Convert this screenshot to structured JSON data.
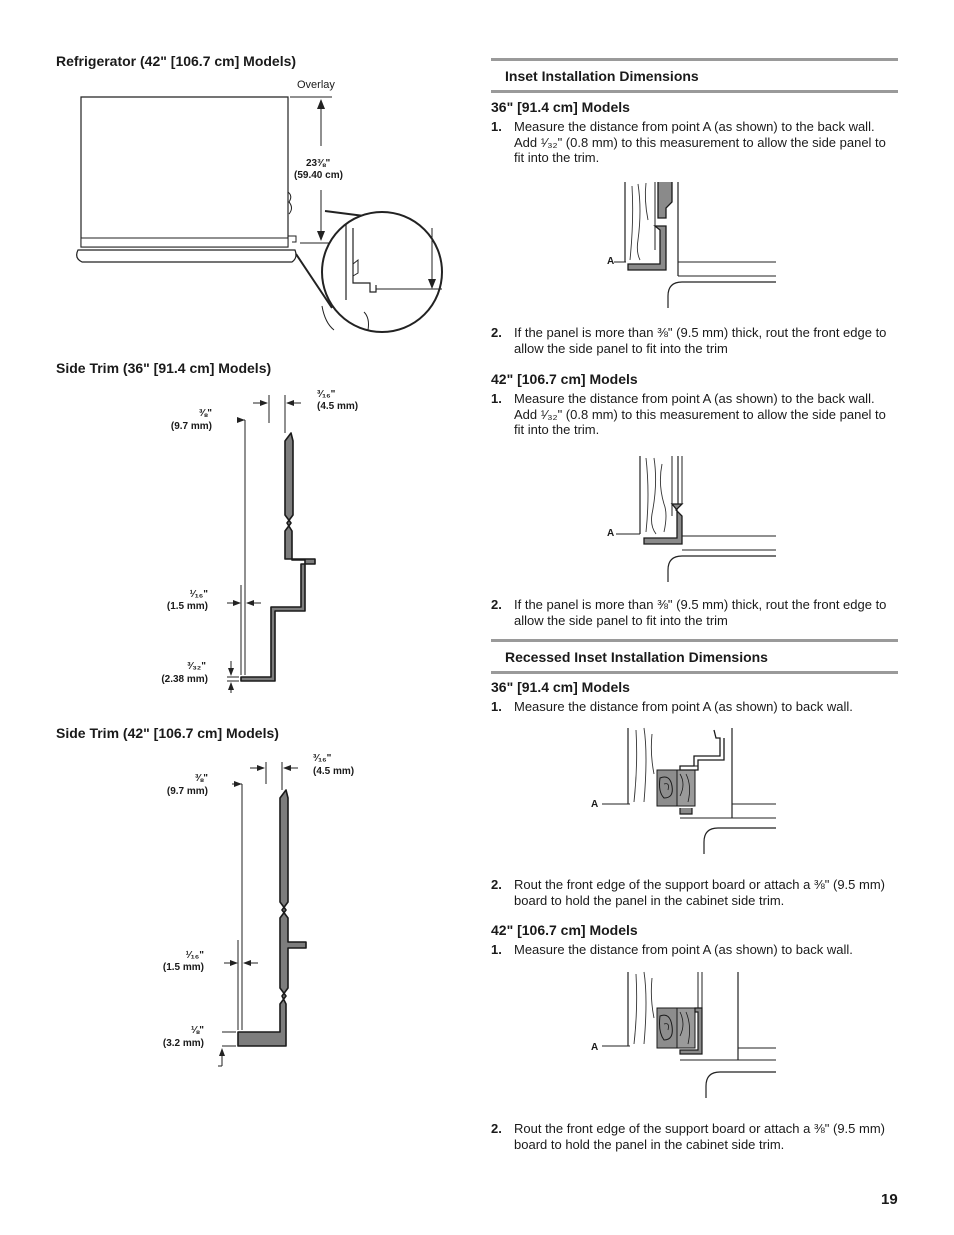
{
  "left": {
    "fridge_title": "Refrigerator (42\" [106.7 cm] Models)",
    "overlay_label": "Overlay",
    "overlay_dim_in": "23⅜\"",
    "overlay_dim_cm": "(59.40 cm)",
    "trim36_title": "Side Trim (36\" [91.4 cm] Models)",
    "trim36": {
      "top_right_in": "³⁄₁₆\"",
      "top_right_mm": "(4.5 mm)",
      "top_left_in": "⅜\"",
      "top_left_mm": "(9.7 mm)",
      "mid_in": "¹⁄₁₆\"",
      "mid_mm": "(1.5 mm)",
      "bot_in": "³⁄₃₂\"",
      "bot_mm": "(2.38 mm)"
    },
    "trim42_title": "Side Trim (42\" [106.7 cm] Models)",
    "trim42": {
      "top_right_in": "³⁄₁₆\"",
      "top_right_mm": "(4.5 mm)",
      "top_left_in": "⅜\"",
      "top_left_mm": "(9.7 mm)",
      "mid_in": "¹⁄₁₆\"",
      "mid_mm": "(1.5 mm)",
      "bot_in": "⅛\"",
      "bot_mm": "(3.2 mm)"
    }
  },
  "right": {
    "inset_banner": "Inset Installation Dimensions",
    "inset36_title": "36\" [91.4 cm] Models",
    "inset36_step1": "Measure the distance from point A (as shown) to the back wall. Add ¹⁄₃₂\" (0.8 mm) to this measurement to allow the side panel to fit into the trim.",
    "inset36_step2": "If the panel is more than ⅜\" (9.5 mm) thick, rout the front edge to allow the side panel to fit into the trim",
    "inset42_title": "42\" [106.7 cm] Models",
    "inset42_step1": "Measure the distance from point A (as shown) to the back wall. Add ¹⁄₃₂\" (0.8 mm) to this measurement to allow the side panel to fit into the trim.",
    "inset42_step2": "If the panel is more than ⅜\" (9.5 mm) thick, rout the front edge to allow the side panel to fit into the trim",
    "recessed_banner": "Recessed Inset Installation Dimensions",
    "rec36_title": "36\" [91.4 cm] Models",
    "rec36_step1": "Measure the distance from point A (as shown) to back wall.",
    "rec36_step2": "Rout the front edge of the support board or attach a ⅜\" (9.5 mm) board to hold the panel in the cabinet side trim.",
    "rec42_title": "42\" [106.7 cm] Models",
    "rec42_step1": "Measure the distance from point A (as shown) to back wall.",
    "rec42_step2": "Rout the front edge of the support board or attach a ⅜\" (9.5 mm) board to hold the panel in the cabinet side trim.",
    "num1": "1.",
    "num2": "2.",
    "point_label": "A"
  },
  "page_number": "19"
}
